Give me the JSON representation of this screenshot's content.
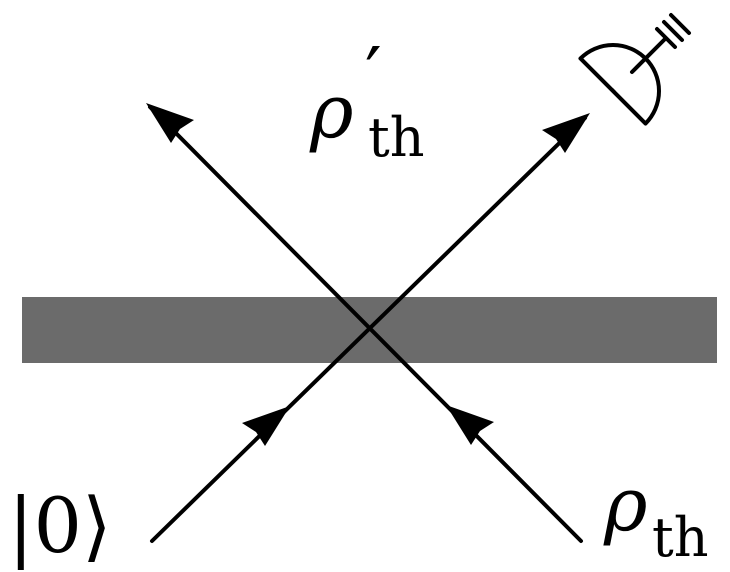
{
  "labels": {
    "input_vacuum": "|0⟩",
    "input_thermal_symbol": "ρ",
    "input_thermal_subscript": "th",
    "output_thermal_symbol": "ρ",
    "output_thermal_prime": "′",
    "output_thermal_subscript": "th"
  },
  "colors": {
    "beam_splitter": "#6b6b6b",
    "lines": "#000000",
    "background": "#ffffff"
  },
  "icons": {
    "detector": "photodetector-icon"
  }
}
